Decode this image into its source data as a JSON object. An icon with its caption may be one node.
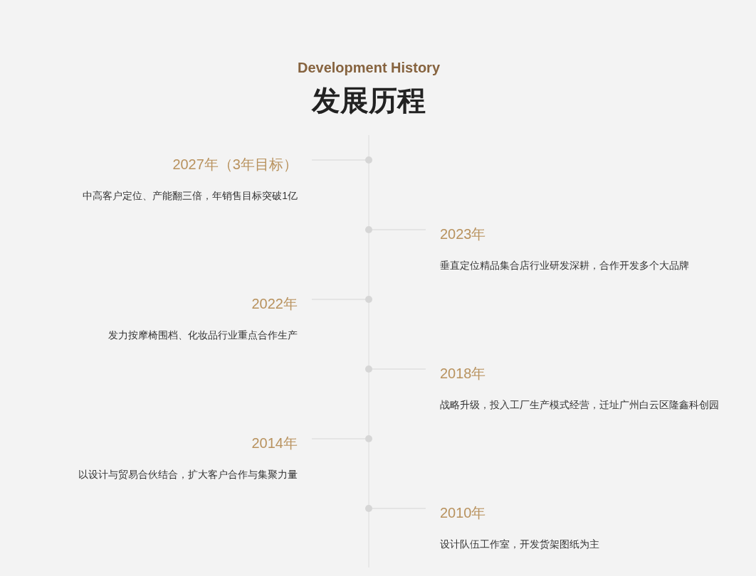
{
  "diagram": {
    "title": "发展历程",
    "nodes": [
      {
        "text": [
          "2027年（3年目标）",
          "中高客户定位、产能翻三倍，年销售目标突破1亿"
        ]
      },
      {
        "text": [],
        "shape": "circle"
      },
      {
        "text": [],
        "shape": "circle"
      },
      {
        "text": [
          "2023年",
          "垂直定位精品集合店行业研发深耕，合作开发多个大品牌"
        ]
      },
      {
        "text": [
          "2022年",
          "发力按摩椅围档、化妆品行业重点合作生产"
        ]
      },
      {
        "text": [],
        "shape": "circle"
      },
      {
        "text": [],
        "shape": "circle"
      },
      {
        "text": [
          "2018年",
          "战略升级，投入工厂生产模式经营，迁址广州白云区隆鑫科创园"
        ]
      },
      {
        "text": [
          "2014年",
          "以设计与贸易合伙结合，扩大客户合作与集聚力量"
        ]
      },
      {
        "text": [],
        "shape": "circle"
      },
      {
        "text": [],
        "shape": "circle"
      },
      {
        "text": [
          "2010年",
          "设计队伍工作室，开发货架图纸为主"
        ]
      }
    ],
    "edges": [
      {
        "from": 0,
        "to": 1,
        "arrow": "none"
      },
      {
        "from": 3,
        "to": 2,
        "arrow": "none"
      },
      {
        "from": 4,
        "to": 5,
        "arrow": "none"
      },
      {
        "from": 7,
        "to": 6,
        "arrow": "none"
      },
      {
        "from": 8,
        "to": 9,
        "arrow": "none"
      },
      {
        "from": 11,
        "to": 10,
        "arrow": "none"
      }
    ],
    "labels": [
      "Development History"
    ]
  }
}
